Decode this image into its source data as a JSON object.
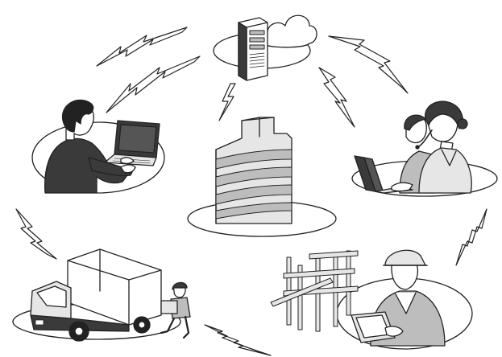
{
  "diagram": {
    "hub": {
      "icon": "office-building-icon"
    },
    "nodes": [
      {
        "id": "server",
        "icon": "server-cloud-icon"
      },
      {
        "id": "office-worker",
        "icon": "person-laptop-icon"
      },
      {
        "id": "call-center",
        "icon": "operators-headset-icon"
      },
      {
        "id": "logistics",
        "icon": "delivery-truck-icon"
      },
      {
        "id": "construction",
        "icon": "construction-worker-tablet-icon"
      }
    ],
    "connections": [
      {
        "from": "office-worker",
        "to": "server",
        "style": "lightning"
      },
      {
        "from": "server",
        "to": "call-center",
        "style": "lightning"
      },
      {
        "from": "server",
        "to": "hub",
        "style": "lightning"
      },
      {
        "from": "office-worker",
        "to": "logistics",
        "style": "lightning"
      },
      {
        "from": "call-center",
        "to": "construction",
        "style": "lightning"
      },
      {
        "from": "logistics",
        "to": "construction",
        "style": "lightning"
      }
    ],
    "colors": {
      "line": "#222222",
      "fill_light": "#e6e6e6",
      "fill_mid": "#bdbdbd",
      "fill_dark": "#3a3a3a"
    }
  }
}
